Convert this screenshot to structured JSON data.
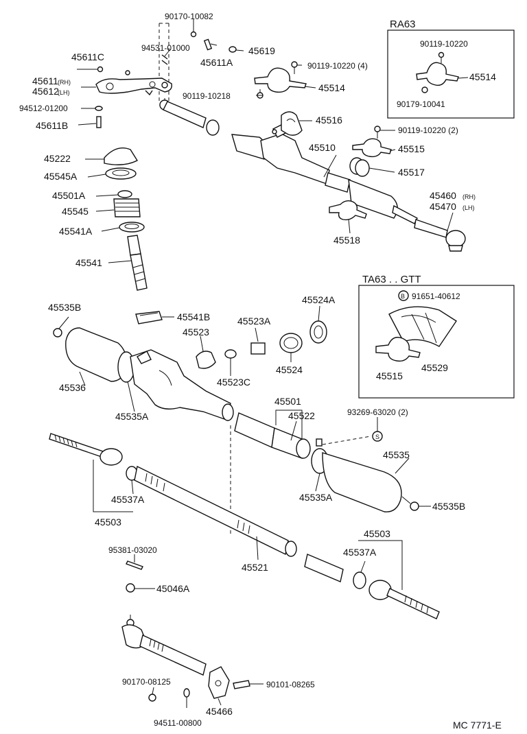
{
  "labels": {
    "p90170_10082": "90170-10082",
    "p94531_01000": "94531-01000",
    "p45611C": "45611C",
    "p45619": "45619",
    "p45611A": "45611A",
    "p90119_10220_4": "90119-10220 (4)",
    "p45611_rh": "45611",
    "p45612_lh": "45612",
    "rh": "(RH)",
    "lh": "(LH)",
    "p45514": "45514",
    "p90119_10218": "90119-10218",
    "p94512_01200": "94512-01200",
    "p45611B": "45611B",
    "p45516": "45516",
    "p90119_10220_2": "90119-10220 (2)",
    "p45222": "45222",
    "p45510": "45510",
    "p45515": "45515",
    "p45545A": "45545A",
    "p45517": "45517",
    "p45501A": "45501A",
    "p45460_rh": "45460",
    "p45470_lh": "45470",
    "p45545": "45545",
    "p45541A": "45541A",
    "p45518": "45518",
    "p45541": "45541",
    "p45535B_top": "45535B",
    "p45524A": "45524A",
    "p45541B": "45541B",
    "p45523A": "45523A",
    "p45523": "45523",
    "p45536": "45536",
    "p45523C": "45523C",
    "p45524": "45524",
    "p45535A_top": "45535A",
    "p45501": "45501",
    "p45522": "45522",
    "p93269_63020": "93269-63020 (2)",
    "s_marker": "S",
    "p45535": "45535",
    "p45535A_mid": "45535A",
    "p45535B_right": "45535B",
    "p45537A_left": "45537A",
    "p45503_left": "45503",
    "p45503_right": "45503",
    "p45537A_right": "45537A",
    "p95381_03020": "95381-03020",
    "p45521": "45521",
    "p45046A": "45046A",
    "p90170_08125": "90170-08125",
    "p90101_08265": "90101-08265",
    "p45466": "45466",
    "p94511_00800": "94511-00800",
    "diagram_code": "MC 7771-E"
  },
  "inset_ra63": {
    "title": "RA63",
    "p90119_10220": "90119-10220",
    "p45514": "45514",
    "p90179_10041": "90179-10041"
  },
  "inset_ta63": {
    "title": "TA63 . . GTT",
    "b_marker": "B",
    "p91651_40612": "91651-40612",
    "p45515": "45515",
    "p45529": "45529"
  }
}
